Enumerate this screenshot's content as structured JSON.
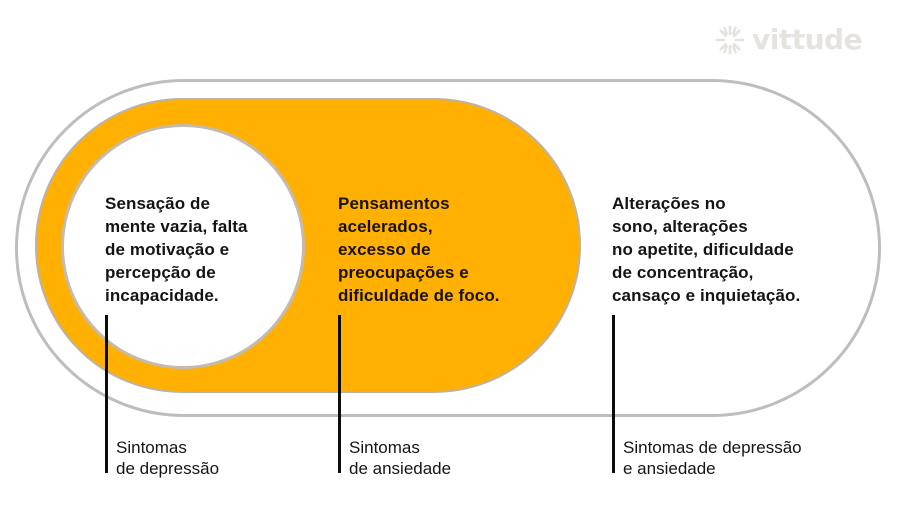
{
  "brand": {
    "name": "vittude",
    "icon": "sunburst-logo-icon",
    "color": "#e6e3df"
  },
  "colors": {
    "accent_yellow": "#ffb000",
    "outline_gray": "#bdbdbd",
    "text_dark": "#141414",
    "line_black": "#0c0c0c"
  },
  "diagram": {
    "type": "nested-pill-venn",
    "regions": [
      {
        "id": "depression",
        "description": "Sensação de\nmente vazia, falta\nde motivação e\npercepção de\nincapacidade.",
        "label": "Sintomas\nde depressão"
      },
      {
        "id": "anxiety",
        "description": "Pensamentos\nacelerados,\nexcesso de\npreocupações e\ndificuldade de foco.",
        "label": "Sintomas\nde ansiedade"
      },
      {
        "id": "both",
        "description": "Alterações no\nsono, alterações\nno apetite, dificuldade\nde concentração,\ncansaço e inquietação.",
        "label": "Sintomas de depressão\ne ansiedade"
      }
    ]
  }
}
